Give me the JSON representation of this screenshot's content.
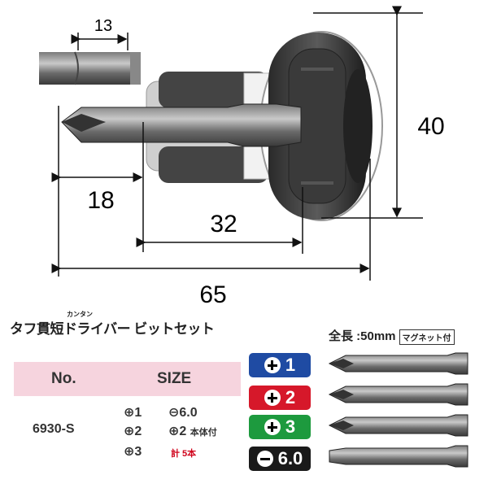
{
  "dims": {
    "bit_len": "13",
    "tip_len": "18",
    "body_len": "32",
    "total_len": "65",
    "height": "40"
  },
  "title": {
    "text": "タフ貫短ドライバー ビットセット",
    "ruby": "カンタン"
  },
  "table": {
    "col_no": "No.",
    "col_size": "SIZE",
    "model": "6930-S",
    "sizes": [
      "1",
      "6.0",
      "2",
      "2",
      "3"
    ],
    "body_note": "本体付",
    "total": "計 5本"
  },
  "badges": [
    {
      "label": "1",
      "type": "plus",
      "color": "#1f4ba3"
    },
    {
      "label": "2",
      "type": "plus",
      "color": "#d6182a"
    },
    {
      "label": "3",
      "type": "plus",
      "color": "#1d9a3e"
    },
    {
      "label": "6.0",
      "type": "minus",
      "color": "#1a1a1a"
    }
  ],
  "length_label": "全長 :50mm",
  "magnet_label": "マグネット付",
  "icons": [
    "phillips-bit-icon",
    "flat-bit-icon",
    "plus-symbol-icon",
    "minus-symbol-icon"
  ]
}
